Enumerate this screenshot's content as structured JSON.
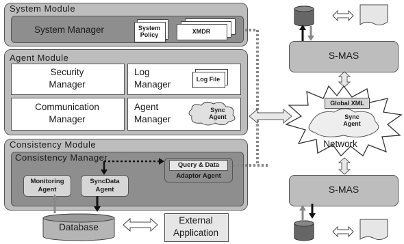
{
  "system_module": {
    "title": "System Module",
    "manager": "System Manager",
    "policy": "System Policy",
    "xmdr": "XMDR"
  },
  "agent_module": {
    "title": "Agent Module",
    "security": "Security Manager",
    "log": "Log Manager",
    "log_file": "Log File",
    "communication": "Communication Manager",
    "agent": "Agent Manager",
    "sync_agent": "Sync Agent"
  },
  "consistency_module": {
    "title": "Consistency Module",
    "manager": "Consistency Manager",
    "monitoring": "Monitoring Agent",
    "syncdata": "SyncData Agent",
    "query": "Query & Data",
    "adaptor": "Adaptor Agent"
  },
  "database": "Database",
  "external": "External Application",
  "network": {
    "smas_top": "S-MAS",
    "smas_bottom": "S-MAS",
    "global_xml": "Global XML",
    "sync_agent": "Sync Agent",
    "label": "Network"
  }
}
